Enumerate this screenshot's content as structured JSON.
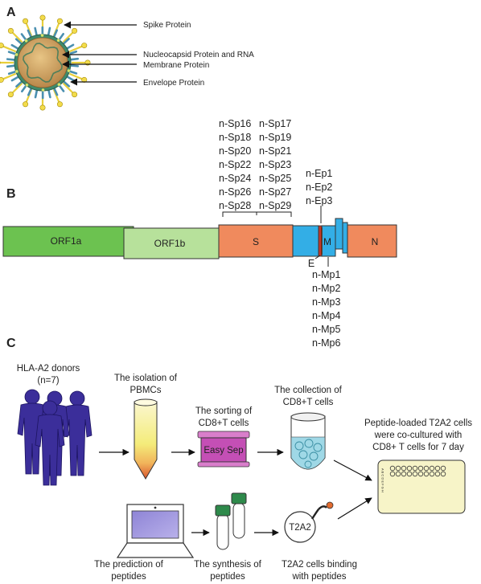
{
  "panel_a": {
    "letter": "A",
    "labels": {
      "spike": "Spike Protein",
      "nucleocapsid": "Nucleocapsid Protein and RNA",
      "membrane": "Membrane Protein",
      "envelope": "Envelope Protein"
    }
  },
  "panel_b": {
    "letter": "B",
    "genes": {
      "orf1a": "ORF1a",
      "orf1b": "ORF1b",
      "s": "S",
      "m": "M",
      "n": "N",
      "e": "E"
    },
    "spike_peptides_col1": [
      "n-Sp16",
      "n-Sp18",
      "n-Sp20",
      "n-Sp22",
      "n-Sp24",
      "n-Sp26",
      "n-Sp28"
    ],
    "spike_peptides_col2": [
      "n-Sp17",
      "n-Sp19",
      "n-Sp21",
      "n-Sp23",
      "n-Sp25",
      "n-Sp27",
      "n-Sp29"
    ],
    "envelope_peptides": [
      "n-Ep1",
      "n-Ep2",
      "n-Ep3"
    ],
    "membrane_peptides": [
      "n-Mp1",
      "n-Mp2",
      "n-Mp3",
      "n-Mp4",
      "n-Mp5",
      "n-Mp6"
    ]
  },
  "panel_c": {
    "letter": "C",
    "donors_line1": "HLA-A2 donors",
    "donors_line2": "(n=7)",
    "isolation_line1": "The isolation of",
    "isolation_line2": "PBMCs",
    "sorting_line1": "The sorting of",
    "sorting_line2": "CD8+T cells",
    "easy_sep": "Easy Sep",
    "collection_line1": "The collection of",
    "collection_line2": "CD8+T cells",
    "coculture_line1": "Peptide-loaded T2A2 cells",
    "coculture_line2": "were co-cultured with",
    "coculture_line3": "CD8+ T cells for 7 day",
    "plate_rows": "A B C D E F G H",
    "prediction_line1": "The prediction of",
    "prediction_line2": "peptides",
    "synthesis_line1": "The synthesis of",
    "synthesis_line2": "peptides",
    "t2a2": "T2A2",
    "binding_line1": "T2A2 cells binding",
    "binding_line2": "with peptides"
  },
  "colors": {
    "orf1a": "#6cc250",
    "orf1b": "#b7e19b",
    "spike_gene": "#f08a5d",
    "middle_gene": "#33aee6",
    "n_gene": "#f08a5d",
    "envelope_band": "#c0392b",
    "donors": "#3b2e9a",
    "easysep": "#c44fb5",
    "plate": "#f7f4c8"
  }
}
